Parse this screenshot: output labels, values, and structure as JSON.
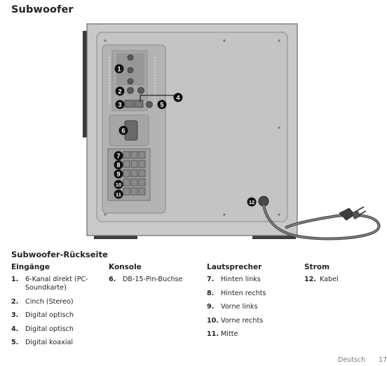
{
  "page": {
    "title": "Subwoofer",
    "section_title": "Subwoofer-Rückseite",
    "footer_language": "Deutsch",
    "page_number": "17"
  },
  "figure": {
    "callouts": [
      "1",
      "2",
      "3",
      "4",
      "5",
      "6",
      "7",
      "8",
      "9",
      "10",
      "11",
      "12"
    ]
  },
  "columns": [
    {
      "heading": "Eingänge",
      "items": [
        {
          "num": "1.",
          "text": "6-Kanal direkt (PC-",
          "text2": "Soundkarte)"
        },
        {
          "num": "2.",
          "text": "Cinch (Stereo)"
        },
        {
          "num": "3.",
          "text": "Digital optisch"
        },
        {
          "num": "4.",
          "text": "Digital optisch"
        },
        {
          "num": "5.",
          "text": "Digital koaxial"
        }
      ]
    },
    {
      "heading": "Konsole",
      "items": [
        {
          "num": "6.",
          "text": "DB-15-Pin-Buchse"
        }
      ]
    },
    {
      "heading": "Lautsprecher",
      "items": [
        {
          "num": "7.",
          "text": "Hinten links"
        },
        {
          "num": "8.",
          "text": "Hinten rechts"
        },
        {
          "num": "9.",
          "text": "Vorne links"
        },
        {
          "num": "10.",
          "text": "Vorne rechts"
        },
        {
          "num": "11.",
          "text": "Mitte"
        }
      ]
    },
    {
      "heading": "Strom",
      "items": [
        {
          "num": "12.",
          "text": "Kabel"
        }
      ]
    }
  ]
}
